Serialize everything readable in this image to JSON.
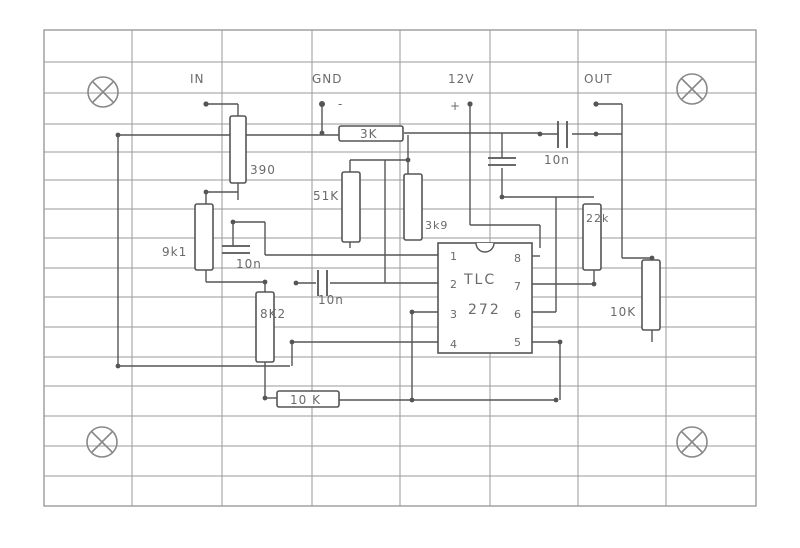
{
  "board": {
    "terminals": {
      "in": "IN",
      "gnd": "GND",
      "v12": "12V",
      "out": "OUT",
      "gnd_sign": "-",
      "v12_sign": "+"
    },
    "resistors": {
      "r_3k": "3K",
      "r_390": "390",
      "r_51k": "51K",
      "r_3k9": "3k9",
      "r_22k": "22k",
      "r_9k1": "9k1",
      "r_8k2": "8K2",
      "r_10k_right": "10K",
      "r_10k_bottom": "10 K"
    },
    "capacitors": {
      "c_out": "10n",
      "c_in": "10n",
      "c_pin2": "10n"
    },
    "ic": {
      "name": "TLC",
      "number": "272",
      "pins": [
        "1",
        "2",
        "3",
        "4",
        "5",
        "6",
        "7",
        "8"
      ]
    }
  }
}
